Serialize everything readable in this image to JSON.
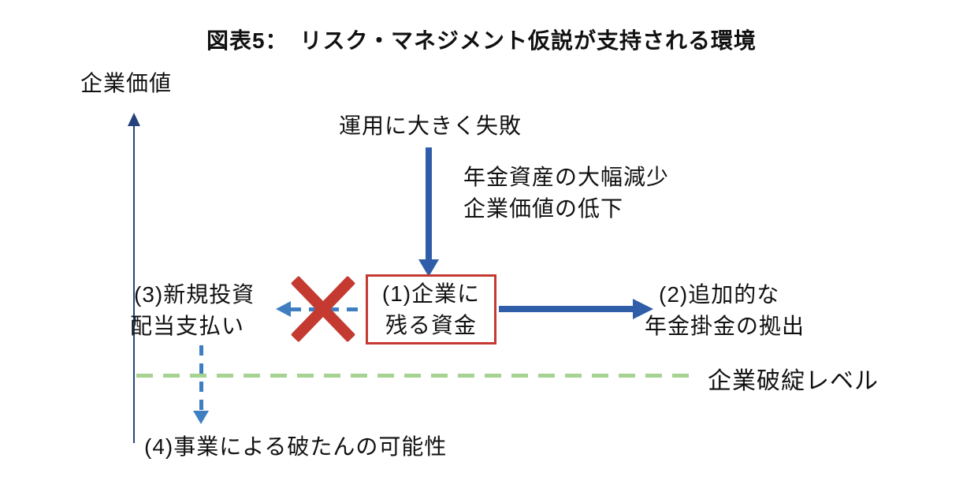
{
  "title": "図表5：　リスク・マネジメント仮説が支持される環境",
  "axis": {
    "label": "企業価値"
  },
  "flow": {
    "trigger": "運用に大きく失敗",
    "consequence_line1": "年金資産の大幅減少",
    "consequence_line2": "企業価値の低下",
    "center_box_line1": "(1)企業に",
    "center_box_line2": "残る資金",
    "left_option_line1": "(3)新規投資",
    "left_option_line2": "配当支払い",
    "right_option_line1": "(2)追加的な",
    "right_option_line2": "年金掛金の拠出",
    "bankruptcy_level_label": "企業破綻レベル",
    "bottom_outcome": "(4)事業による破たんの可能性"
  },
  "colors": {
    "bg": "#ffffff",
    "text": "#111111",
    "navy": "#24437c",
    "arrow-blue": "#2f5da8",
    "dash-blue": "#3f7fc1",
    "red": "#c43a31",
    "green": "#a6d392"
  }
}
